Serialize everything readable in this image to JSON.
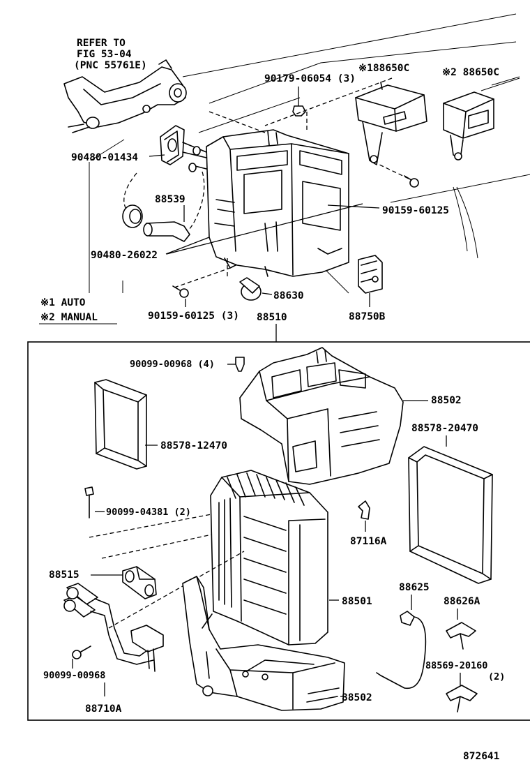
{
  "refer_note": [
    "REFER TO",
    "FIG 53-04",
    "(PNC 55761E)"
  ],
  "legend": {
    "auto": "※1 AUTO",
    "manual": "※2 MANUAL"
  },
  "labels": {
    "p90179": "90179-06054 (3)",
    "p188650c": "※188650C",
    "p288650c": "※2 88650C",
    "p90480_01434": "90480-01434",
    "p88539": "88539",
    "p90159_60125_a": "90159-60125",
    "p90480_26022": "90480-26022",
    "p88630": "88630",
    "p90159_60125_b": "90159-60125 (3)",
    "p88750b": "88750B",
    "p88510": "88510",
    "p90099_00968_4": "90099-00968 (4)",
    "p88502_top": "88502",
    "p88578_12470": "88578-12470",
    "p88578_20470": "88578-20470",
    "p90099_04381": "90099-04381 (2)",
    "p87116a": "87116A",
    "p88515": "88515",
    "p88625": "88625",
    "p88501": "88501",
    "p88626a": "88626A",
    "p90099_00968": "90099-00968",
    "p88569_20160": "88569-20160",
    "p88569_qty": "(2)",
    "p88502_bottom": "88502",
    "p88710a": "88710A"
  },
  "diagram_id": "872641"
}
